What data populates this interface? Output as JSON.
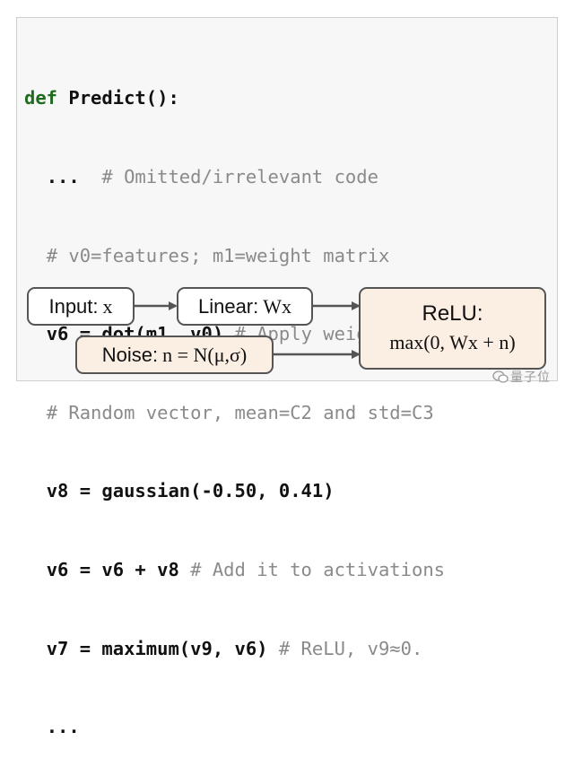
{
  "code": {
    "def_kw": "def",
    "func_sig": "Predict():",
    "line_ellipsis": "...",
    "c_omitted": "# Omitted/irrelevant code",
    "c_v0": "# v0=features; m1=weight matrix",
    "s_v6_dot": "v6 = dot(m1, v0)",
    "c_apply": "# Apply weights",
    "c_random": "# Random vector, mean=C2 and std=C3",
    "s_v8": "v8 = gaussian(-0.50, 0.41)",
    "s_v6_add": "v6 = v6 + v8",
    "c_add": "# Add it to activations",
    "s_v7": "v7 = maximum(v9, v6)",
    "c_relu": "# ReLU, v9≈0.",
    "line_end": "..."
  },
  "diagram": {
    "input_label": "Input: ",
    "input_var": "x",
    "linear_label": "Linear: ",
    "linear_expr": "Wx",
    "noise_label": "Noise: ",
    "noise_expr": "n = N(μ,σ)",
    "relu_label": "ReLU:",
    "relu_expr": "max(0, Wx + n)"
  },
  "watermark": {
    "text": "量子位",
    "icon": "wechat-icon"
  },
  "colors": {
    "keyword": "#1f6b1f",
    "comment": "#8a8a8a",
    "box_border": "#555555",
    "tint": "#fbefe4"
  }
}
